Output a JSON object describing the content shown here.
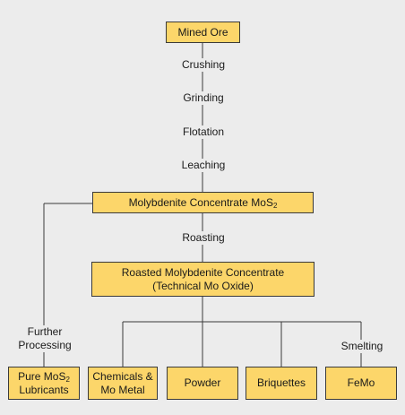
{
  "nodes": {
    "mined_ore": "Mined Ore",
    "concentrate": {
      "text": "Molybdenite Concentrate MoS",
      "sub": "2"
    },
    "roasted": {
      "line1": "Roasted Molybdenite Concentrate",
      "line2": "(Technical Mo Oxide)"
    },
    "pure": {
      "line1a": "Pure MoS",
      "line1sub": "2",
      "line2": "Lubricants"
    },
    "chemicals": {
      "line1": "Chemicals &",
      "line2": "Mo Metal"
    },
    "powder": "Powder",
    "briquettes": "Briquettes",
    "femo": "FeMo"
  },
  "processes": {
    "crushing": "Crushing",
    "grinding": "Grinding",
    "flotation": "Flotation",
    "leaching": "Leaching",
    "roasting": "Roasting",
    "further_line1": "Further",
    "further_line2": "Processing",
    "smelting": "Smelting"
  },
  "colors": {
    "background": "#ececec",
    "box_fill": "#fcd66a",
    "line": "#3a3a3a"
  }
}
